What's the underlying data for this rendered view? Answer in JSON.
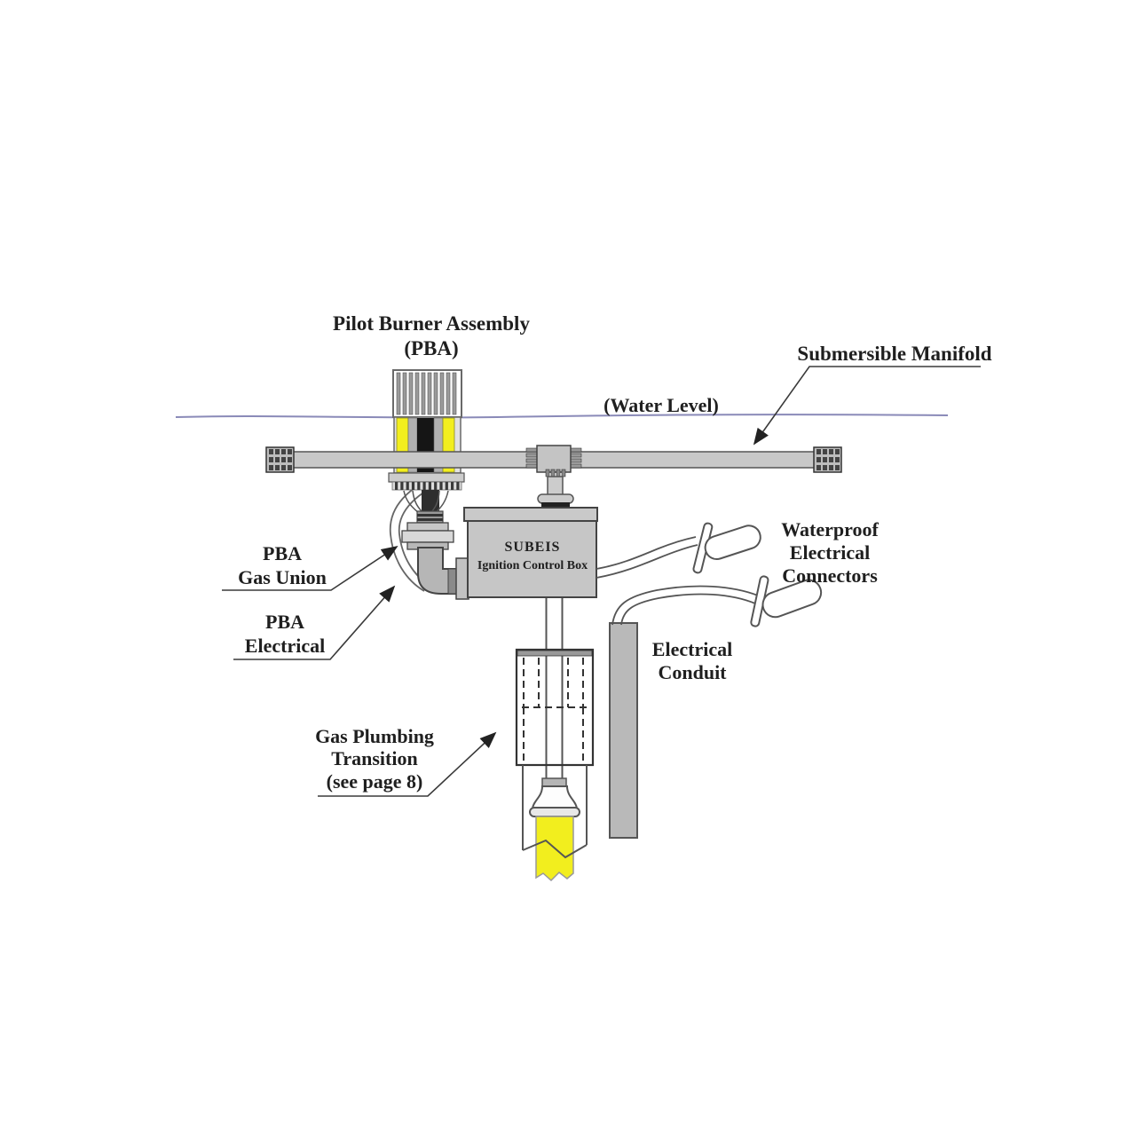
{
  "diagram": {
    "title": {
      "line1": "Pilot Burner Assembly",
      "line2": "(PBA)"
    },
    "labels": {
      "submersible_manifold": "Submersible Manifold",
      "water_level": "(Water Level)",
      "pba_gas_union": {
        "line1": "PBA",
        "line2": "Gas Union"
      },
      "pba_electrical": {
        "line1": "PBA",
        "line2": "Electrical"
      },
      "waterproof_connectors": {
        "line1": "Waterproof",
        "line2": "Electrical",
        "line3": "Connectors"
      },
      "electrical_conduit": {
        "line1": "Electrical",
        "line2": "Conduit"
      },
      "gas_plumbing_transition": {
        "line1": "Gas Plumbing",
        "line2": "Transition",
        "line3": "(see page 8)"
      }
    },
    "control_box": {
      "line1": "SUBEIS",
      "line2": "Ignition Control Box"
    },
    "colors": {
      "water_line": "#8a8ab8",
      "pipe_gray": "#c8c8c8",
      "box_gray": "#c6c6c6",
      "conduit_gray": "#b9b9b9",
      "highlight_yellow": "#f2ee1e",
      "pilot_black": "#151515",
      "outline": "#4a4a4a",
      "text": "#1f1f1f"
    }
  }
}
